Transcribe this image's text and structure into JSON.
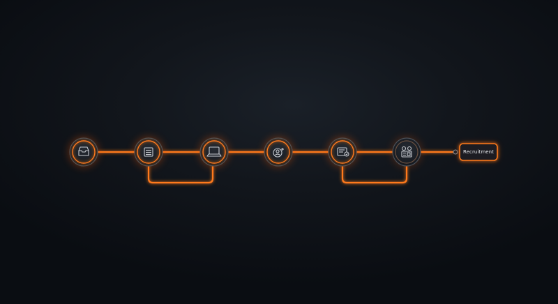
{
  "theme": {
    "background": "#0a0d12",
    "accent": "#ff7a1a",
    "accent_glow": "#ff5a00",
    "node_fill": "#1c2128",
    "icon_stroke": "#c9ccd2"
  },
  "pipeline": {
    "nodes": [
      {
        "id": "node-1",
        "icon": "inbox-tray-icon"
      },
      {
        "id": "node-2",
        "icon": "document-list-icon"
      },
      {
        "id": "node-3",
        "icon": "laptop-icon"
      },
      {
        "id": "node-4",
        "icon": "user-add-icon"
      },
      {
        "id": "node-5",
        "icon": "document-check-icon"
      },
      {
        "id": "node-6",
        "icon": "team-users-icon"
      }
    ],
    "end_label": "Recruitment"
  }
}
